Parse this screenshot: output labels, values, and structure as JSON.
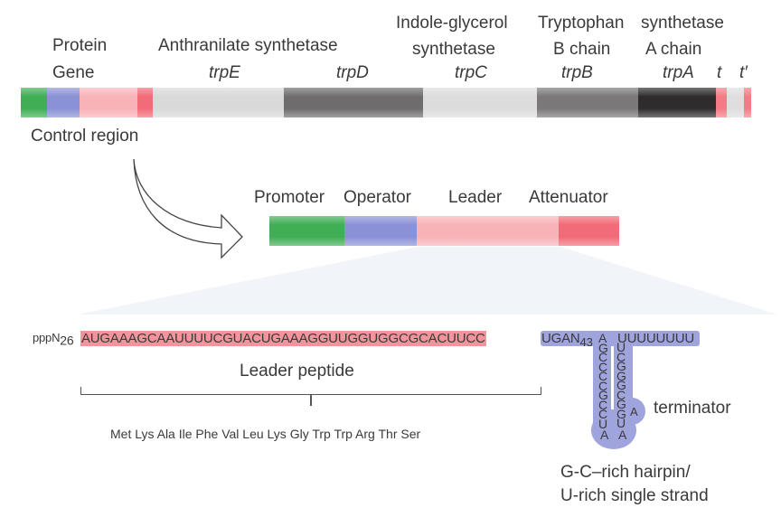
{
  "operon_labels": {
    "protein_row_label": "Protein",
    "gene_row_label": "Gene",
    "control_region": "Control region"
  },
  "genes": [
    {
      "protein": "Anthranilate synthetase",
      "gene": "trpE",
      "color": "#d9d9d9"
    },
    {
      "protein": "",
      "gene": "trpD",
      "color": "#6e6c6c"
    },
    {
      "protein_line1": "Indole-glycerol",
      "protein_line2": "synthetase",
      "gene": "trpC",
      "color": "#dcdcdc"
    },
    {
      "protein_line1": "Tryptophan",
      "protein_line2": "B chain",
      "gene": "trpB",
      "color": "#7a7878"
    },
    {
      "protein_line1": "synthetase",
      "protein_line2": "A chain",
      "gene": "trpA",
      "color": "#2e2c2c"
    },
    {
      "gene": "t",
      "color": "#f47b85"
    },
    {
      "gene": "t′",
      "color": "#f47b85"
    }
  ],
  "control_elements": [
    {
      "name": "Promoter",
      "color": "#3fae55"
    },
    {
      "name": "Operator",
      "color": "#8b91d6"
    },
    {
      "name": "Leader",
      "color": "#f8b3b8"
    },
    {
      "name": "Attenuator",
      "color": "#f16b78"
    }
  ],
  "sequence": {
    "prefix": "pppN",
    "prefix_subscript": "26",
    "leader_seq": "AUGAAAGCAAUUUUCGUACUGAAAGGUUGGUGGCGCACUUCC",
    "stop_seq": "UGAN",
    "stop_subscript": "43",
    "stem_left": [
      "A",
      "G",
      "C",
      "C",
      "C",
      "C",
      "G",
      "C",
      "C",
      "U"
    ],
    "loop": [
      "A",
      "A"
    ],
    "stem_right": [
      "U",
      "G",
      "G",
      "C",
      "G",
      "G",
      "G",
      "C",
      "U"
    ],
    "bulge": "A",
    "tail": "UUUUUUUU",
    "tail_highlighted_count": 6
  },
  "leader_peptide": {
    "label": "Leader peptide",
    "amino_acids": "Met Lys Ala Ile Phe Val Leu Lys Gly Trp Trp Arg Thr Ser"
  },
  "terminator": {
    "label": "terminator",
    "caption_line1": "G-C–rich hairpin/",
    "caption_line2": "U-rich single strand"
  },
  "colors": {
    "leader_highlight": "#f1949c",
    "terminator_highlight": "#9fa4dc"
  }
}
